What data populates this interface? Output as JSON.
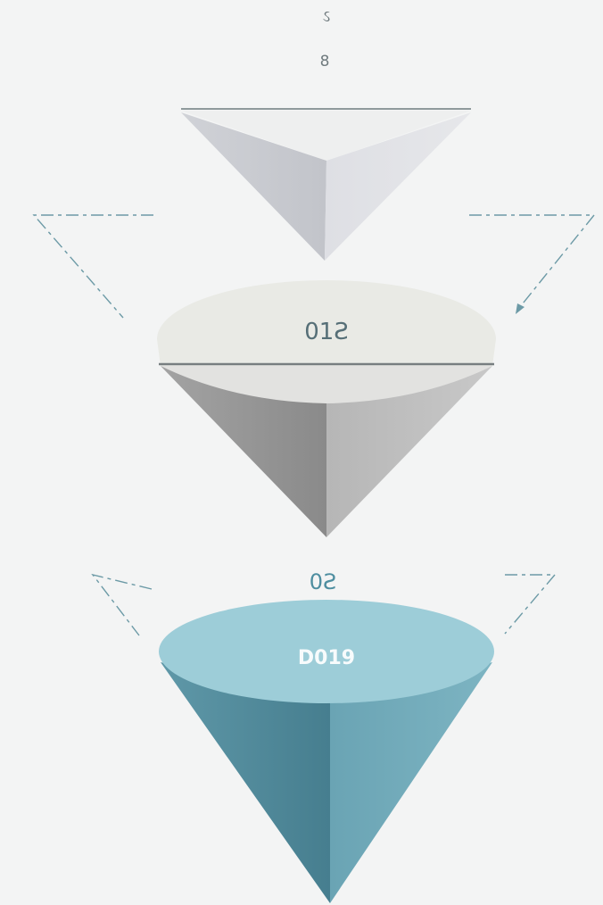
{
  "top_labels": [
    "ઽ",
    "8"
  ],
  "cones": [
    {
      "label": ""
    },
    {
      "label": "01Ƨ"
    },
    {
      "label": "D019"
    }
  ],
  "between_label": "0Ƨ",
  "colors": {
    "background": "#f3f4f4",
    "cone1_left": "#c9cbd0",
    "cone1_right": "#dcdde2",
    "cone2_top": "#e8e9e4",
    "cone2_left": "#8f8f8f",
    "cone2_right": "#b9b9b9",
    "cone3_top": "#9ccbd6",
    "cone3_left": "#4f8798",
    "cone3_right": "#6aa3b3",
    "accent_line": "#5f8f9c",
    "label_teal": "#4e8ea0"
  }
}
